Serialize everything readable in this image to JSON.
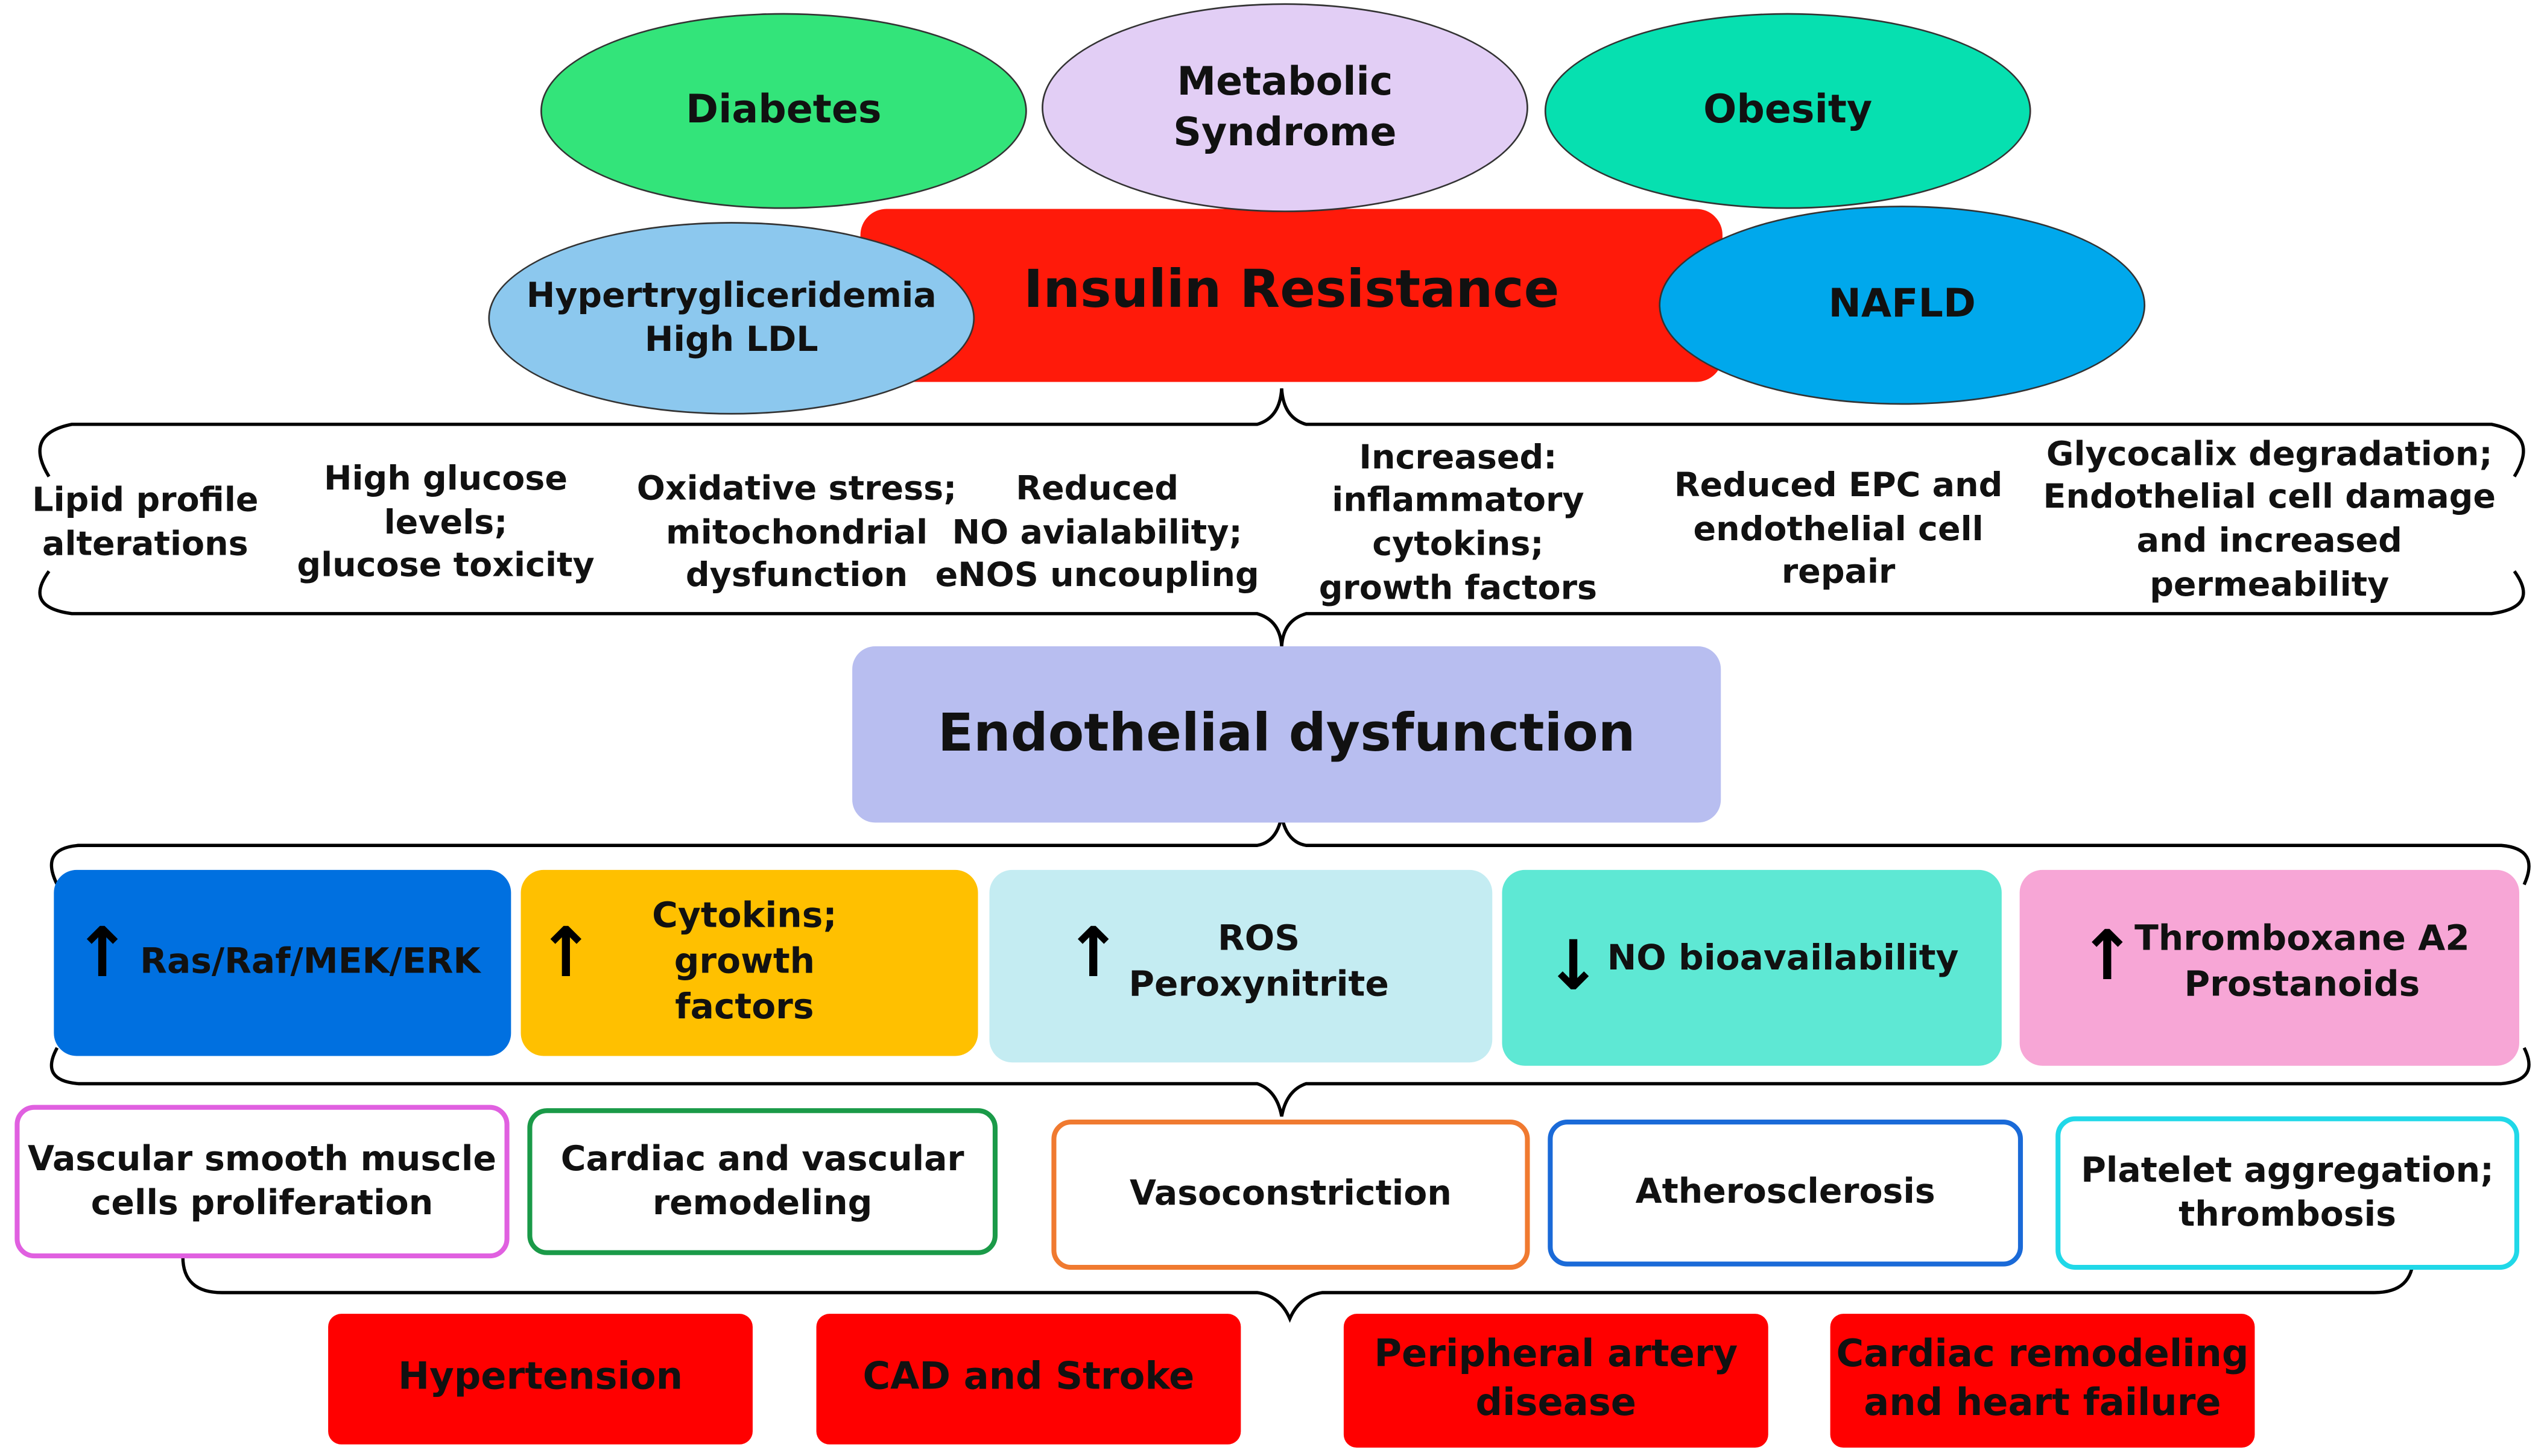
{
  "conditions": {
    "diabetes": "Diabetes",
    "metabolic_syndrome": "Metabolic\nSyndrome",
    "obesity": "Obesity",
    "hypertriglyceridemia": "Hypertrygliceridemia\nHigh LDL",
    "nafld": "NAFLD"
  },
  "insulin_resistance": "Insulin Resistance",
  "mechanisms": [
    "Lipid profile\nalterations",
    "High glucose levels;\nglucose toxicity",
    "Oxidative stress;\nmitochondrial\ndysfunction",
    "Reduced\nNO avialability;\neNOS uncoupling",
    "Increased:\ninflammatory cytokins;\ngrowth factors",
    "Reduced EPC and\nendothelial cell\nrepair",
    "Glycocalix degradation;\nEndothelial cell damage\nand increased permeability"
  ],
  "endothelial_dysfunction": "Endothelial dysfunction",
  "pathways": [
    {
      "label": "Ras/Raf/MEK/ERK",
      "direction": "up",
      "color": "#0070e0"
    },
    {
      "label": "Cytokins;\ngrowth factors",
      "direction": "up",
      "color": "#ffc000"
    },
    {
      "label": "ROS\nPeroxynitrite",
      "direction": "up",
      "color": "#c4ecf2"
    },
    {
      "label": "NO bioavailability",
      "direction": "down",
      "color": "#5ee8d4"
    },
    {
      "label": "Thromboxane A2\nProstanoids",
      "direction": "up",
      "color": "#f7a6d6"
    }
  ],
  "effects": [
    {
      "label": "Vascular smooth muscle\ncells proliferation",
      "border": "#e060e0"
    },
    {
      "label": "Cardiac and vascular\nremodeling",
      "border": "#1a9a48"
    },
    {
      "label": "Vasoconstriction",
      "border": "#f07a30"
    },
    {
      "label": "Atherosclerosis",
      "border": "#1a6ad8"
    },
    {
      "label": "Platelet aggregation;\nthrombosis",
      "border": "#20d8e8"
    }
  ],
  "outcomes": [
    "Hypertension",
    "CAD and Stroke",
    "Peripheral artery\ndisease",
    "Cardiac remodeling\nand heart failure"
  ],
  "arrow_icons": {
    "up": "up-arrow-icon",
    "down": "down-arrow-icon"
  },
  "arrow_glyphs": {
    "up": "↑",
    "down": "↓"
  },
  "colors": {
    "diabetes": "#33e47a",
    "metabolic_syndrome": "#e2cef5",
    "obesity": "#06e0b0",
    "hypertriglyceridemia": "#8cc8ee",
    "nafld": "#00a8ec",
    "insulin_resistance": "#ff1a0a",
    "endothelial_dysfunction": "#b8bef0",
    "outcome_red": "#ff0000"
  }
}
